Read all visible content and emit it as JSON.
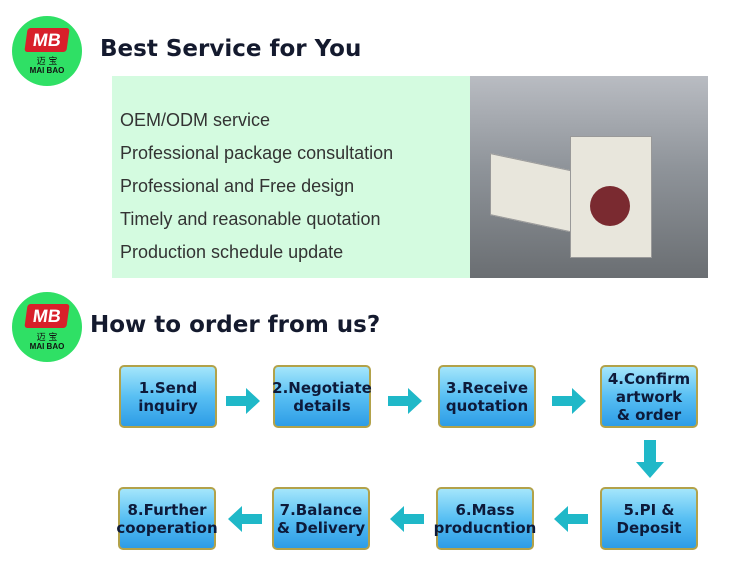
{
  "logo": {
    "mark": "MB",
    "cn": "迈 宝",
    "en": "MAI BAO"
  },
  "section1": {
    "title": "Best Service for You",
    "items": [
      "OEM/ODM service",
      "Professional package consultation",
      "Professional and Free design",
      "Timely and reasonable quotation",
      "Production schedule update"
    ]
  },
  "section2": {
    "title": "How to order from us?",
    "steps": [
      "1.Send\ninquiry",
      "2.Negotiate\ndetails",
      "3.Receive\nquotation",
      "4.Confirm\nartwork\n& order",
      "5.PI &\nDeposit",
      "6.Mass\nproducntion",
      "7.Balance\n& Delivery",
      "8.Further\ncooperation"
    ]
  },
  "colors": {
    "arrow": "#1fb8c8",
    "panel": "#d4fbe0",
    "logo": "#2fe065"
  }
}
